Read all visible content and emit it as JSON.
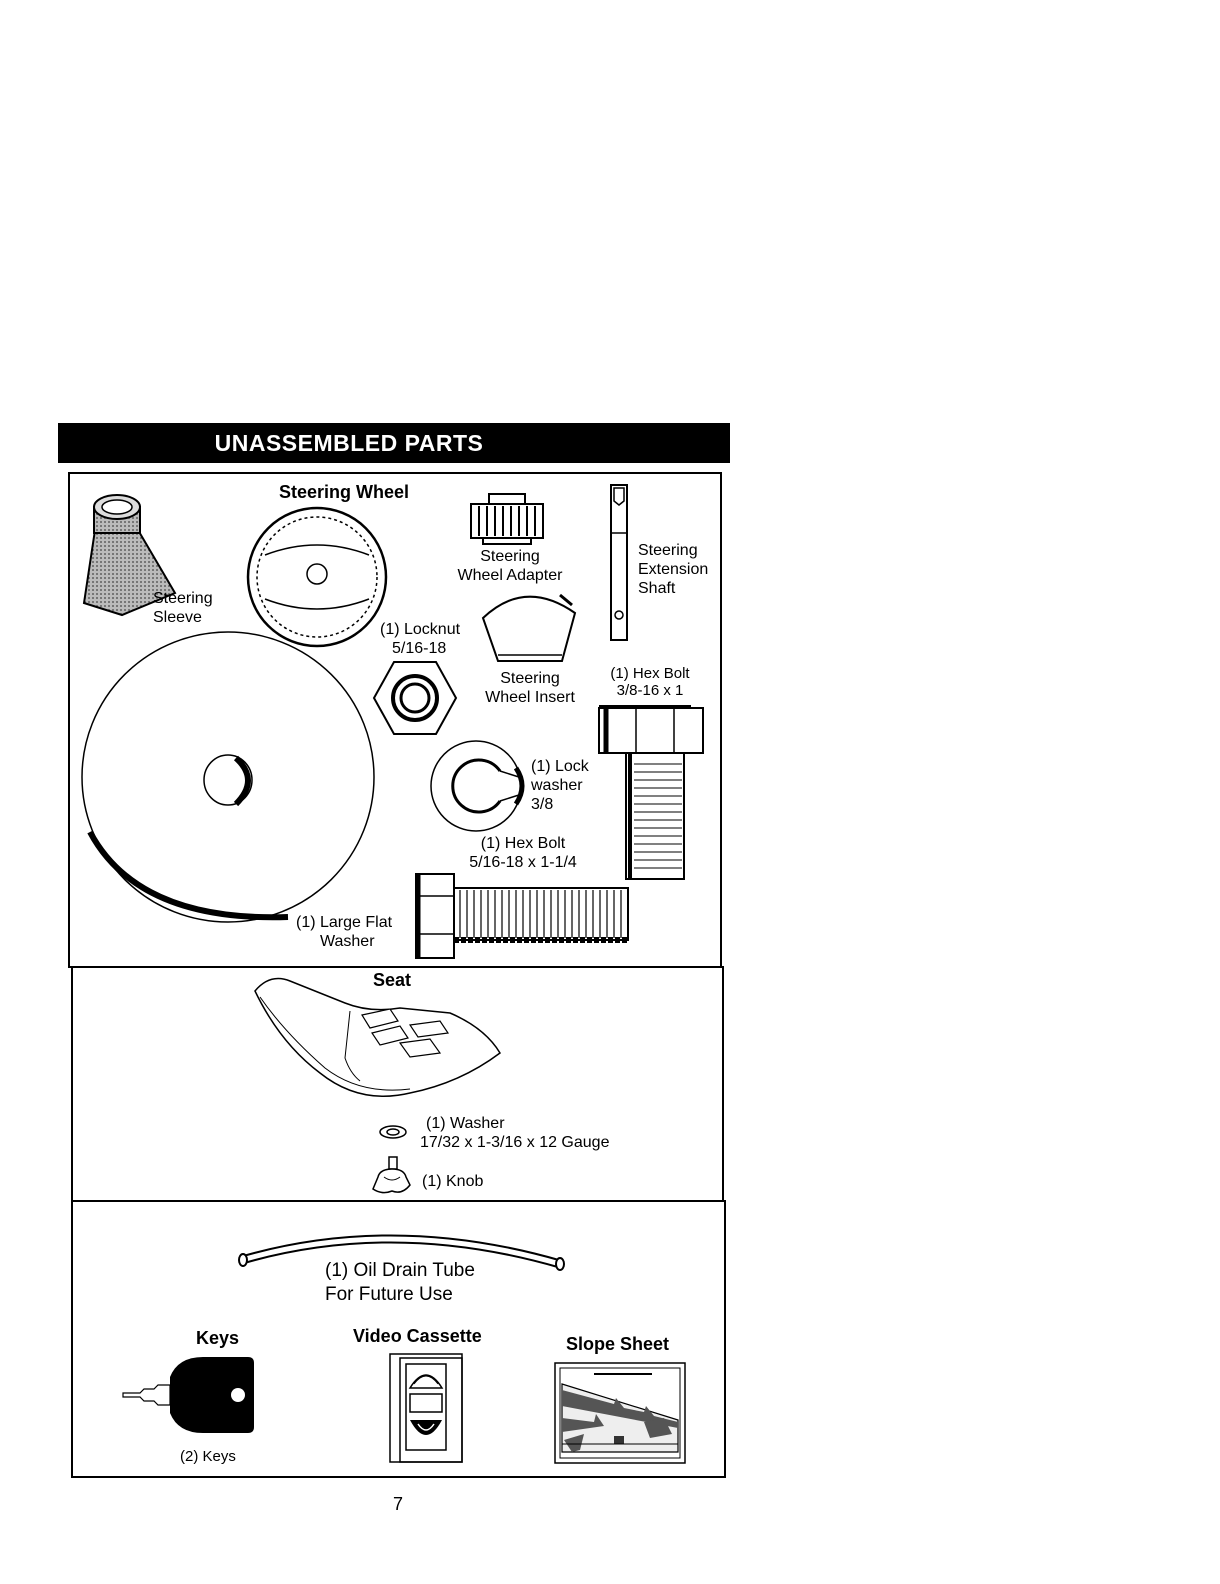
{
  "header": {
    "title": "UNASSEMBLED PARTS"
  },
  "parts": {
    "steering_sleeve": [
      "Steering",
      "Sleeve"
    ],
    "steering_wheel": "Steering Wheel",
    "steering_wheel_adapter": [
      "Steering",
      "Wheel Adapter"
    ],
    "steering_extension_shaft": [
      "Steering",
      "Extension",
      "Shaft"
    ],
    "locknut": [
      "(1) Locknut",
      "5/16-18"
    ],
    "steering_wheel_insert": [
      "Steering",
      "Wheel Insert"
    ],
    "hex_bolt_3_8": [
      "(1) Hex Bolt",
      "3/8-16 x 1"
    ],
    "lock_washer": [
      "(1) Lock",
      "washer",
      "3/8"
    ],
    "hex_bolt_5_16": [
      "(1) Hex Bolt",
      "5/16-18 x 1-1/4"
    ],
    "large_flat_washer": [
      "(1) Large Flat",
      "Washer"
    ],
    "seat": "Seat",
    "washer": [
      "(1) Washer",
      "17/32 x 1-3/16 x 12 Gauge"
    ],
    "knob": "(1) Knob",
    "oil_drain_tube": [
      "(1) Oil Drain Tube",
      "For Future Use"
    ],
    "keys_title": "Keys",
    "keys_count": "(2) Keys",
    "video_cassette": "Video Cassette",
    "slope_sheet": "Slope Sheet"
  },
  "footer": {
    "page_number": "7"
  }
}
